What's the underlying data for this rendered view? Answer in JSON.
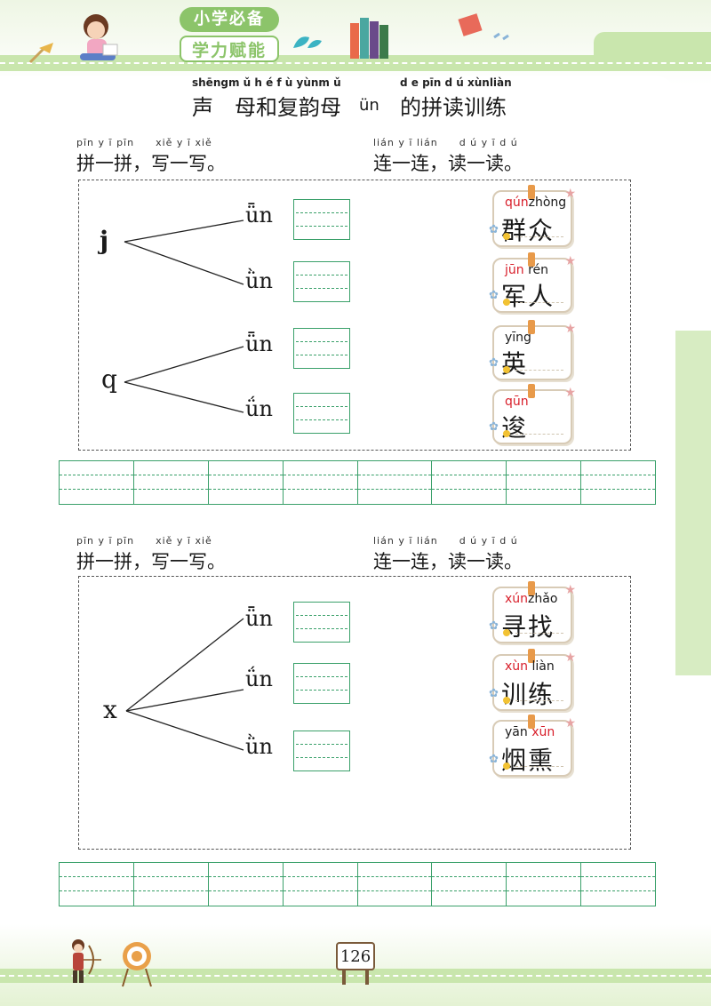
{
  "header": {
    "brand_line1": "小学必备",
    "brand_line2": "学力赋能"
  },
  "title": {
    "pinyin_left": "shēngm ǔ h é f ù yùnm ǔ",
    "pinyin_right": "d e pīn d ú xùnliàn",
    "text_left": "声　母和复韵母",
    "final": "ün",
    "text_right": "的拼读训练"
  },
  "section1": {
    "pinyin_write": "pīn y ī pīn　　xiě y ī xiě",
    "instr_write": "拼一拼，写一写。",
    "pinyin_connect": "lián y ī lián　　d ú y ī d ú",
    "instr_connect": "连一连，读一读。",
    "initials": [
      "j",
      "q"
    ],
    "finals": [
      "ǖn",
      "ǜn",
      "ǖn",
      "ǘn"
    ],
    "cards": [
      {
        "py_red": "qún",
        "py_black": "zhòng",
        "chars": "群众"
      },
      {
        "py_red": "jūn",
        "py_black": " rén",
        "chars": "军人"
      },
      {
        "py_red": "",
        "py_black": "yīng",
        "chars": "英"
      },
      {
        "py_red": "qūn",
        "py_black": "",
        "chars": "逡"
      }
    ]
  },
  "section2": {
    "pinyin_write": "pīn y ī pīn　　xiě y ī xiě",
    "instr_write": "拼一拼，写一写。",
    "pinyin_connect": "lián y ī lián　　d ú y ī d ú",
    "instr_connect": "连一连，读一读。",
    "initials": [
      "x"
    ],
    "finals": [
      "ǖn",
      "ǘn",
      "ǜn"
    ],
    "cards": [
      {
        "py_red": "xún",
        "py_black": "zhǎo",
        "chars": "寻找"
      },
      {
        "py_red": "xùn",
        "py_black": " liàn",
        "chars": "训练"
      },
      {
        "py_red": "",
        "py_black": "yān ",
        "py_red2": "xūn",
        "chars": "烟熏"
      }
    ]
  },
  "footer": {
    "page_number": "126"
  },
  "colors": {
    "green": "#3aa06a",
    "brand_green": "#8cc46a",
    "pinyin_red": "#d81e2a"
  }
}
